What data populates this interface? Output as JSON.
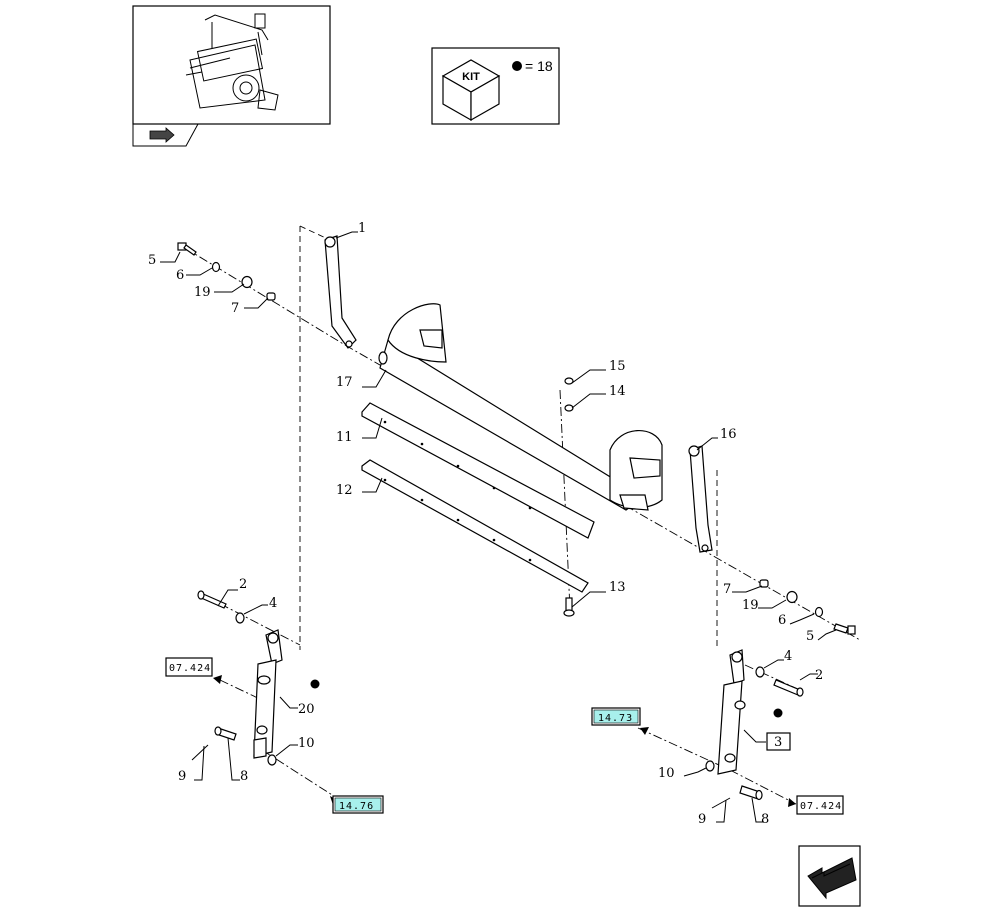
{
  "kit": {
    "label": "KIT",
    "equals": "= 18"
  },
  "callouts": {
    "c1": "1",
    "c2_left": "2",
    "c2_right": "2",
    "c3": "3",
    "c4_left": "4",
    "c4_right": "4",
    "c5_left": "5",
    "c5_right": "5",
    "c6_left": "6",
    "c6_right": "6",
    "c7_left": "7",
    "c7_right": "7",
    "c8_left": "8",
    "c8_right": "8",
    "c9_left": "9",
    "c9_right": "9",
    "c10_left": "10",
    "c10_right": "10",
    "c11": "11",
    "c12": "12",
    "c13": "13",
    "c14": "14",
    "c15": "15",
    "c16": "16",
    "c17": "17",
    "c19_left": "19",
    "c19_right": "19",
    "c20": "20"
  },
  "references": {
    "ref_left_top": "07.424",
    "ref_left_bottom": "14.76",
    "ref_right_top": "14.73",
    "ref_right_bottom": "07.424"
  },
  "colors": {
    "line": "#000000",
    "highlight": "#a8f0ec"
  },
  "icons": [
    "machine-thumbnail",
    "thumbnail-tab-arrow-icon",
    "kit-cube-icon",
    "kit-marker-dot",
    "next-page-arrow-icon"
  ]
}
